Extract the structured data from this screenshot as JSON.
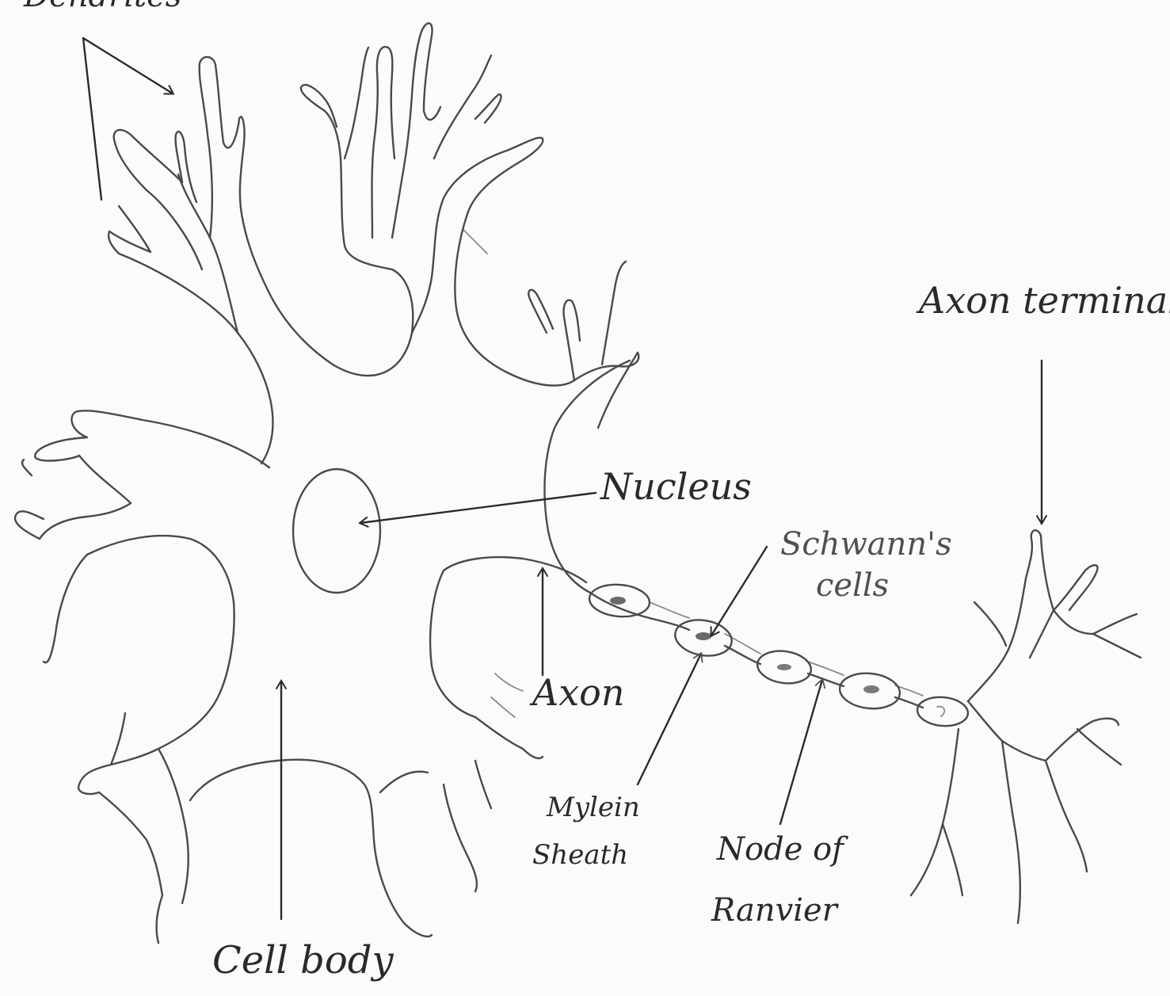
{
  "labels": {
    "dendrites": "Dendrites",
    "axon_terminals": "Axon terminals",
    "nucleus": "Nucleus",
    "schwanns_cells_line1": "Schwann's",
    "schwanns_cells_line2": "cells",
    "axon": "Axon",
    "myelin_sheath_line1": "Mylein",
    "myelin_sheath_line2": "Sheath",
    "node_of_ranvier_line1": "Node of",
    "node_of_ranvier_line2": "Ranvier",
    "cell_body": "Cell body"
  },
  "colors": {
    "paper": "#fbfbf9",
    "pencil": "#4a4a4a",
    "ink": "#2b2b2b"
  }
}
